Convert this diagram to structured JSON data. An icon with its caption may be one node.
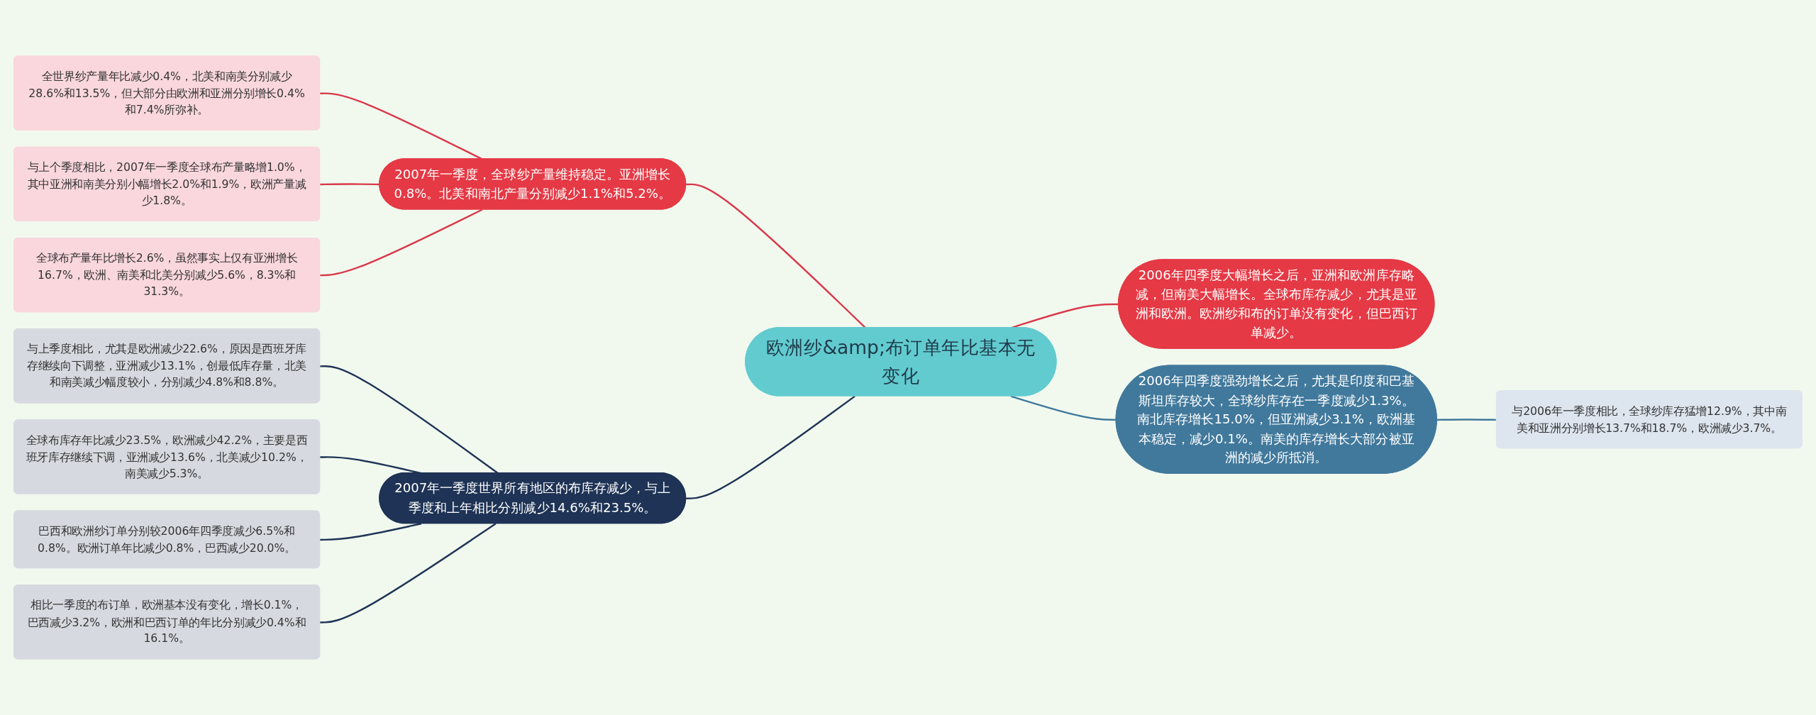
{
  "diagram": {
    "nodes": [
      {
        "text": [
          "欧洲纱&amp;布订单年比基本无变化"
        ]
      },
      {
        "text": [
          "2007年一季度，全球纱产量维持稳定。亚洲增长0.8%。北美和南北产量分别减少1.1%和5.2%。"
        ]
      },
      {
        "text": [
          "全世界纱产量年比减少0.4%，北美和南美分别减少28.6%和13.5%，但大部分由欧洲和亚洲分别增长0.4%和7.4%所弥补。"
        ]
      },
      {
        "text": [
          "与上个季度相比，2007年一季度全球布产量略增1.0%，其中亚洲和南美分别小幅增长2.0%和1.9%，欧洲产量减少1.8%。"
        ]
      },
      {
        "text": [
          "全球布产量年比增长2.6%，虽然事实上仅有亚洲增长16.7%，欧洲、南美和北美分别减少5.6%，8.3%和31.3%。"
        ]
      },
      {
        "text": [
          "2007年一季度世界所有地区的布库存减少，与上季度和上年相比分别减少14.6%和23.5%。"
        ]
      },
      {
        "text": [
          "与上季度相比，尤其是欧洲减少22.6%，原因是西班牙库存继续向下调整，亚洲减少13.1%，创最低库存量，北美和南美减少幅度较小，分别减少4.8%和8.8%。"
        ]
      },
      {
        "text": [
          "全球布库存年比减少23.5%，欧洲减少42.2%，主要是西班牙库存继续下调，亚洲减少13.6%，北美减少10.2%，南美减少5.3%。"
        ]
      },
      {
        "text": [
          "巴西和欧洲纱订单分别较2006年四季度减少6.5%和0.8%。欧洲订单年比减少0.8%，巴西减少20.0%。"
        ]
      },
      {
        "text": [
          "相比一季度的布订单，欧洲基本没有变化，增长0.1%，巴西减少3.2%，欧洲和巴西订单的年比分别减少0.4%和16.1%。"
        ]
      },
      {
        "text": [
          "2006年四季度大幅增长之后，亚洲和欧洲库存略减，但南美大幅增长。全球布库存减少，尤其是亚洲和欧洲。欧洲纱和布的订单没有变化，但巴西订单减少。"
        ]
      },
      {
        "text": [
          "2006年四季度强劲增长之后，尤其是印度和巴基斯坦库存较大，全球纱库存在一季度减少1.3%。南北库存增长15.0%，但亚洲减少3.1%，欧洲基本稳定，减少0.1%。南美的库存增长大部分被亚洲的减少所抵消。"
        ]
      },
      {
        "text": [
          "与2006年一季度相比，全球纱库存猛增12.9%，其中南美和亚洲分别增长13.7%和18.7%，欧洲减少3.7%。"
        ]
      }
    ],
    "edges": [
      {
        "from": 2,
        "to": 1,
        "arrow": "none",
        "color": "#d9394a"
      },
      {
        "from": 3,
        "to": 1,
        "arrow": "none",
        "color": "#d9394a"
      },
      {
        "from": 4,
        "to": 1,
        "arrow": "none",
        "color": "#d9394a"
      },
      {
        "from": 1,
        "to": 0,
        "arrow": "none",
        "color": "#d9394a"
      },
      {
        "from": 6,
        "to": 5,
        "arrow": "none",
        "color": "#1e3355"
      },
      {
        "from": 7,
        "to": 5,
        "arrow": "none",
        "color": "#1e3355"
      },
      {
        "from": 8,
        "to": 5,
        "arrow": "none",
        "color": "#1e3355"
      },
      {
        "from": 9,
        "to": 5,
        "arrow": "none",
        "color": "#1e3355"
      },
      {
        "from": 5,
        "to": 0,
        "arrow": "none",
        "color": "#1e3355"
      },
      {
        "from": 0,
        "to": 10,
        "arrow": "none",
        "color": "#d9394a"
      },
      {
        "from": 0,
        "to": 11,
        "arrow": "none",
        "color": "#41799c"
      },
      {
        "from": 11,
        "to": 12,
        "arrow": "none",
        "color": "#41799c"
      }
    ]
  }
}
